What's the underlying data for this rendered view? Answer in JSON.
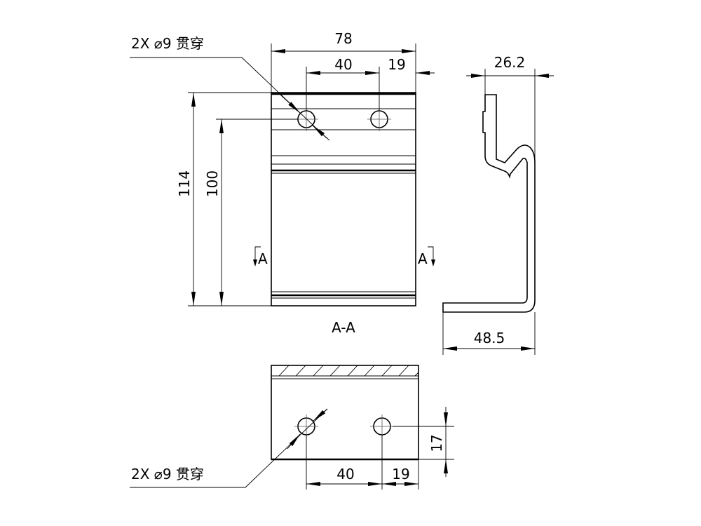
{
  "front_view": {
    "dim_width": "78",
    "dim_hole_spacing": "40",
    "dim_hole_edge": "19",
    "dim_height": "114",
    "dim_hole_height": "100",
    "hole_callout": "2X ⌀9 贯穿",
    "section_mark_left": "A",
    "section_mark_right": "A",
    "section_label": "A-A"
  },
  "side_view": {
    "dim_top_depth": "26.2",
    "dim_bottom_depth": "48.5"
  },
  "bottom_view": {
    "dim_hole_offset": "17",
    "dim_hole_spacing": "40",
    "dim_hole_edge": "19",
    "hole_callout": "2X ⌀9 贯穿"
  }
}
